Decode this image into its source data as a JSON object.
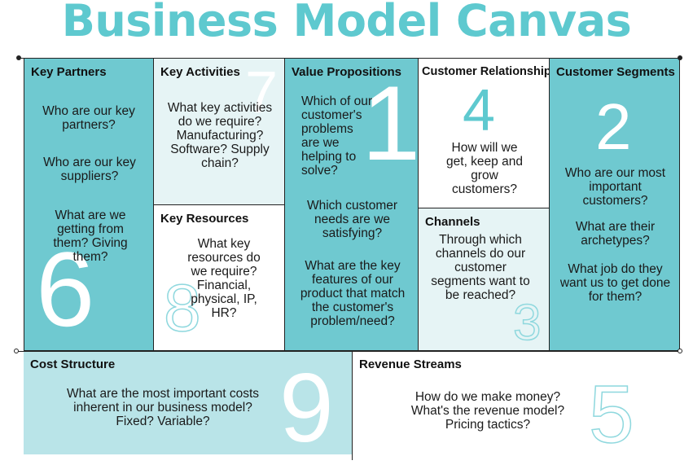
{
  "title": "Business Model Canvas",
  "key_partners": {
    "heading": "Key Partners",
    "number": "6",
    "questions": [
      "Who are our key partners?",
      "Who are our key suppliers?",
      "What are we getting from them? Giving them?"
    ]
  },
  "key_activities": {
    "heading": "Key Activities",
    "number": "7",
    "questions": [
      "What key activities do we require? Manufacturing? Software? Supply chain?"
    ]
  },
  "key_resources": {
    "heading": "Key Resources",
    "number": "8",
    "questions": [
      "What key resources do we require? Financial, physical, IP, HR?"
    ]
  },
  "value_propositions": {
    "heading": "Value Propositions",
    "number": "1",
    "questions": [
      "Which of our customer's problems are we helping to solve?",
      "Which customer needs are we satisfying?",
      "What are the key features of our product that match the customer's problem/need?"
    ]
  },
  "customer_relationships": {
    "heading": "Customer Relationships",
    "number": "4",
    "questions": [
      "How will we get, keep and grow customers?"
    ]
  },
  "channels": {
    "heading": "Channels",
    "number": "3",
    "questions": [
      "Through which channels do our customer segments want to be reached?"
    ]
  },
  "customer_segments": {
    "heading": "Customer Segments",
    "number": "2",
    "questions": [
      "Who are our most important customers?",
      "What are their archetypes?",
      "What job do they want us to get done for them?"
    ]
  },
  "cost_structure": {
    "heading": "Cost Structure",
    "number": "9",
    "questions": [
      "What are the most important costs inherent in our business model? Fixed? Variable?"
    ]
  },
  "revenue_streams": {
    "heading": "Revenue Streams",
    "number": "5",
    "questions": [
      "How do we make money? What's the revenue model? Pricing tactics?"
    ]
  }
}
